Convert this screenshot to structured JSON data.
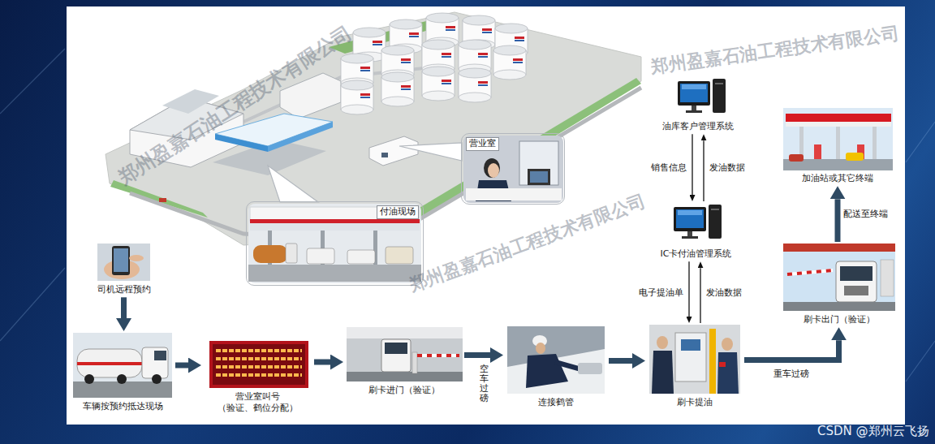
{
  "diagram": {
    "nodes": [
      {
        "text": [
          "营业室"
        ]
      },
      {
        "text": [
          "付油现场"
        ]
      },
      {
        "text": [
          "油库客户管理系统"
        ]
      },
      {
        "text": [
          "IC卡付油管理系统"
        ]
      },
      {
        "text": [
          "加油站或其它终端"
        ]
      },
      {
        "text": [
          "司机远程预约"
        ]
      },
      {
        "text": [
          "车辆按预约抵达现场"
        ]
      },
      {
        "text": [
          "营业室叫号 （验证、鹤位分配）"
        ]
      },
      {
        "text": [
          "刷卡进门（验证）"
        ]
      },
      {
        "text": [
          "连接鹤管"
        ]
      },
      {
        "text": [
          "刷卡提油"
        ]
      },
      {
        "text": [
          "刷卡出门（验证）"
        ]
      }
    ],
    "edges": [
      {
        "from": 2,
        "to": 3,
        "label": "销售信息",
        "arrow": "to"
      },
      {
        "from": 3,
        "to": 2,
        "label": "发油数据",
        "arrow": "to"
      },
      {
        "from": 3,
        "to": 10,
        "label": "电子提油单",
        "arrow": "to"
      },
      {
        "from": 10,
        "to": 3,
        "label": "发油数据",
        "arrow": "to"
      },
      {
        "from": 5,
        "to": 6,
        "arrow": "to"
      },
      {
        "from": 6,
        "to": 7,
        "arrow": "to"
      },
      {
        "from": 7,
        "to": 8,
        "arrow": "to"
      },
      {
        "from": 8,
        "to": 9,
        "label": "空车过磅",
        "arrow": "to"
      },
      {
        "from": 9,
        "to": 10,
        "arrow": "to"
      },
      {
        "from": 10,
        "to": 11,
        "label": "重车过磅",
        "arrow": "to"
      },
      {
        "from": 11,
        "to": 4,
        "label": "配送至终端",
        "arrow": "to"
      }
    ],
    "labels": [
      "郑州盈嘉石油工程技术有限公司",
      "郑州盈嘉石油工程技术有限公司",
      "郑州盈嘉石油工程技术有限公司",
      "CSDN @郑州云飞扬"
    ]
  }
}
